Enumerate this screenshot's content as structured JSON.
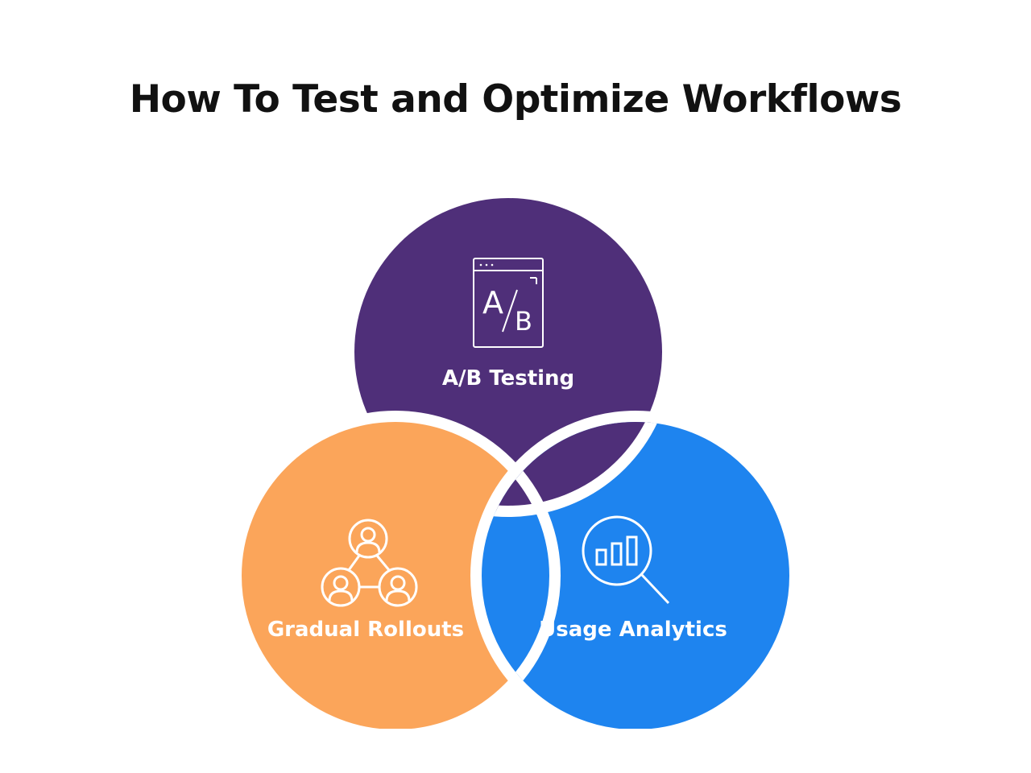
{
  "title": "How To Test and Optimize Workflows",
  "items": [
    {
      "label": "A/B Testing",
      "icon": "ab-test-window-icon",
      "color": "#4f2f79"
    },
    {
      "label": "Gradual Rollouts",
      "icon": "connected-users-icon",
      "color": "#fba55a"
    },
    {
      "label": "Usage Analytics",
      "icon": "magnifier-chart-icon",
      "color": "#1e84ef"
    }
  ],
  "icon_text": {
    "a": "A",
    "b": "B"
  }
}
